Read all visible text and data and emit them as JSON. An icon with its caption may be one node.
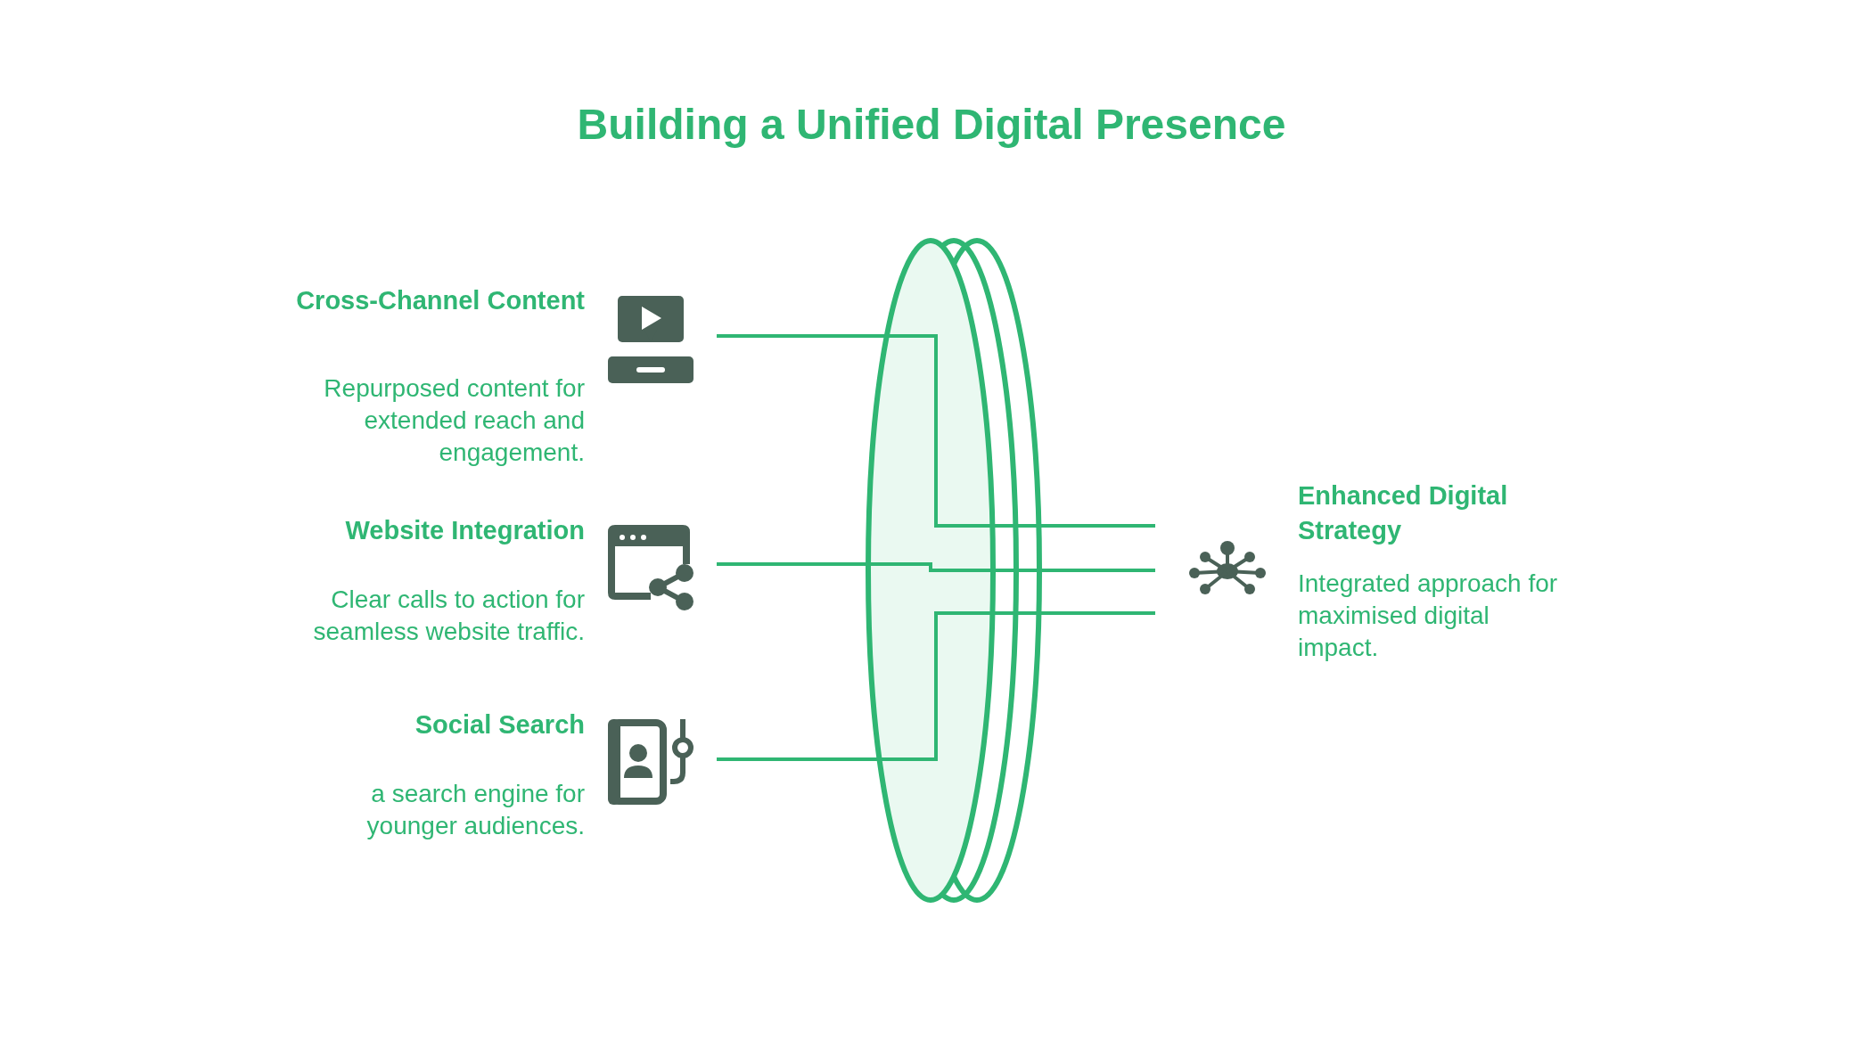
{
  "diagram": {
    "title": "Building a Unified Digital Presence",
    "nodes": [
      {
        "text": [
          "Cross-Channel Content",
          "Repurposed content for extended reach and engagement."
        ]
      },
      {
        "text": [
          "Website Integration",
          "Clear calls to action for seamless website traffic."
        ]
      },
      {
        "text": [
          "Social Search",
          "a search engine for younger audiences."
        ]
      },
      {
        "text": [
          "Enhanced Digital Strategy",
          "Integrated approach for maximised digital impact."
        ]
      }
    ],
    "edges": [
      {
        "from": 0,
        "to": 3,
        "arrow": "none"
      },
      {
        "from": 1,
        "to": 3,
        "arrow": "none"
      },
      {
        "from": 2,
        "to": 3,
        "arrow": "none"
      }
    ]
  }
}
